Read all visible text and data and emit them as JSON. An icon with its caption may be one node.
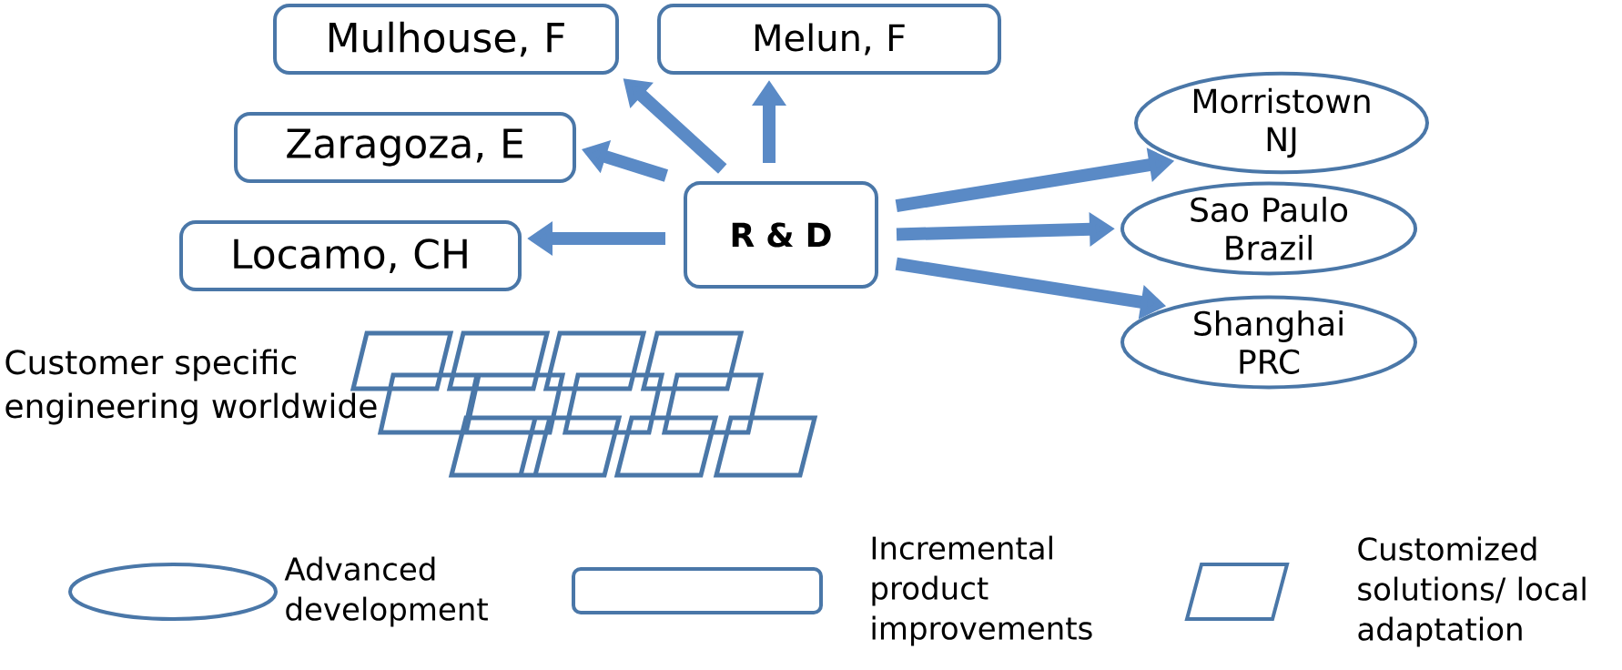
{
  "diagram": {
    "nodes": [
      {
        "text": [
          "R & D"
        ]
      },
      {
        "text": [
          "Mulhouse, F"
        ]
      },
      {
        "text": [
          "Melun, F"
        ]
      },
      {
        "text": [
          "Zaragoza, E"
        ]
      },
      {
        "text": [
          "Locamo, CH"
        ]
      },
      {
        "text": [
          "Morristown NJ"
        ]
      },
      {
        "text": [
          "Sao Paulo Brazil"
        ]
      },
      {
        "text": [
          "Shanghai PRC"
        ]
      }
    ],
    "edges": [
      {
        "from": 0,
        "to": 1,
        "arrow": "to"
      },
      {
        "from": 0,
        "to": 2,
        "arrow": "to"
      },
      {
        "from": 0,
        "to": 3,
        "arrow": "to"
      },
      {
        "from": 0,
        "to": 4,
        "arrow": "to"
      },
      {
        "from": 0,
        "to": 5,
        "arrow": "to"
      },
      {
        "from": 0,
        "to": 6,
        "arrow": "to"
      },
      {
        "from": 0,
        "to": 7,
        "arrow": "to"
      }
    ],
    "labels": [
      "Customer specific engineering worldwide"
    ],
    "legend": [
      {
        "text": "Advanced development"
      },
      {
        "text": "Incremental product improvements"
      },
      {
        "text": "Customized solutions/ local adaptation"
      }
    ]
  }
}
